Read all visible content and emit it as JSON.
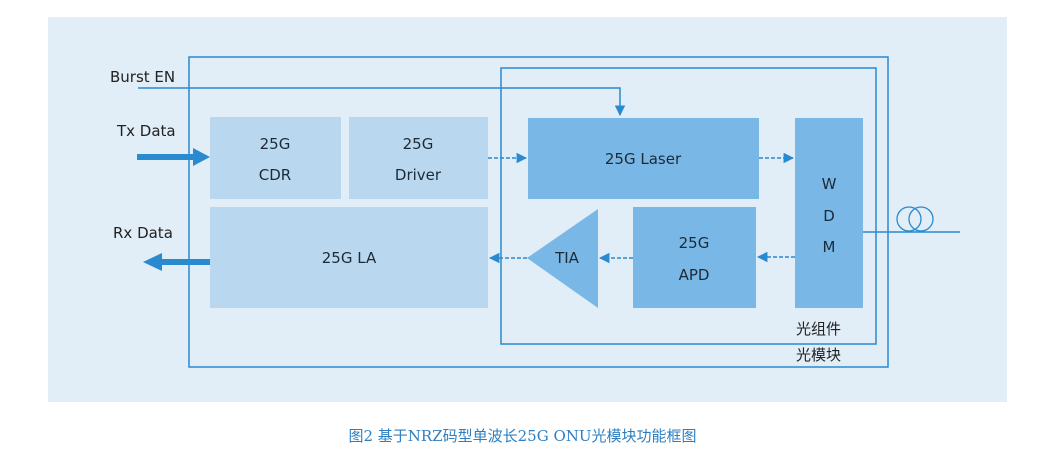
{
  "signals": {
    "burst_en": "Burst EN",
    "tx_data": "Tx Data",
    "rx_data": "Rx Data"
  },
  "blocks": {
    "cdr": [
      "25G",
      "CDR"
    ],
    "driver": [
      "25G",
      "Driver"
    ],
    "laser": "25G Laser",
    "la": "25G LA",
    "tia": "TIA",
    "apd": [
      "25G",
      "APD"
    ],
    "wdm": [
      "W",
      "D",
      "M"
    ]
  },
  "labels": {
    "optical_assembly": "光组件",
    "optical_module": "光模块"
  },
  "caption": "图2  基于NRZ码型单波长25G ONU光模块功能框图",
  "colors": {
    "background_panel": "#e1edf7",
    "light_block": "#b9d8f0",
    "mid_block": "#79b8e6",
    "line": "#2a8ad0",
    "caption": "#2e7fc2"
  }
}
